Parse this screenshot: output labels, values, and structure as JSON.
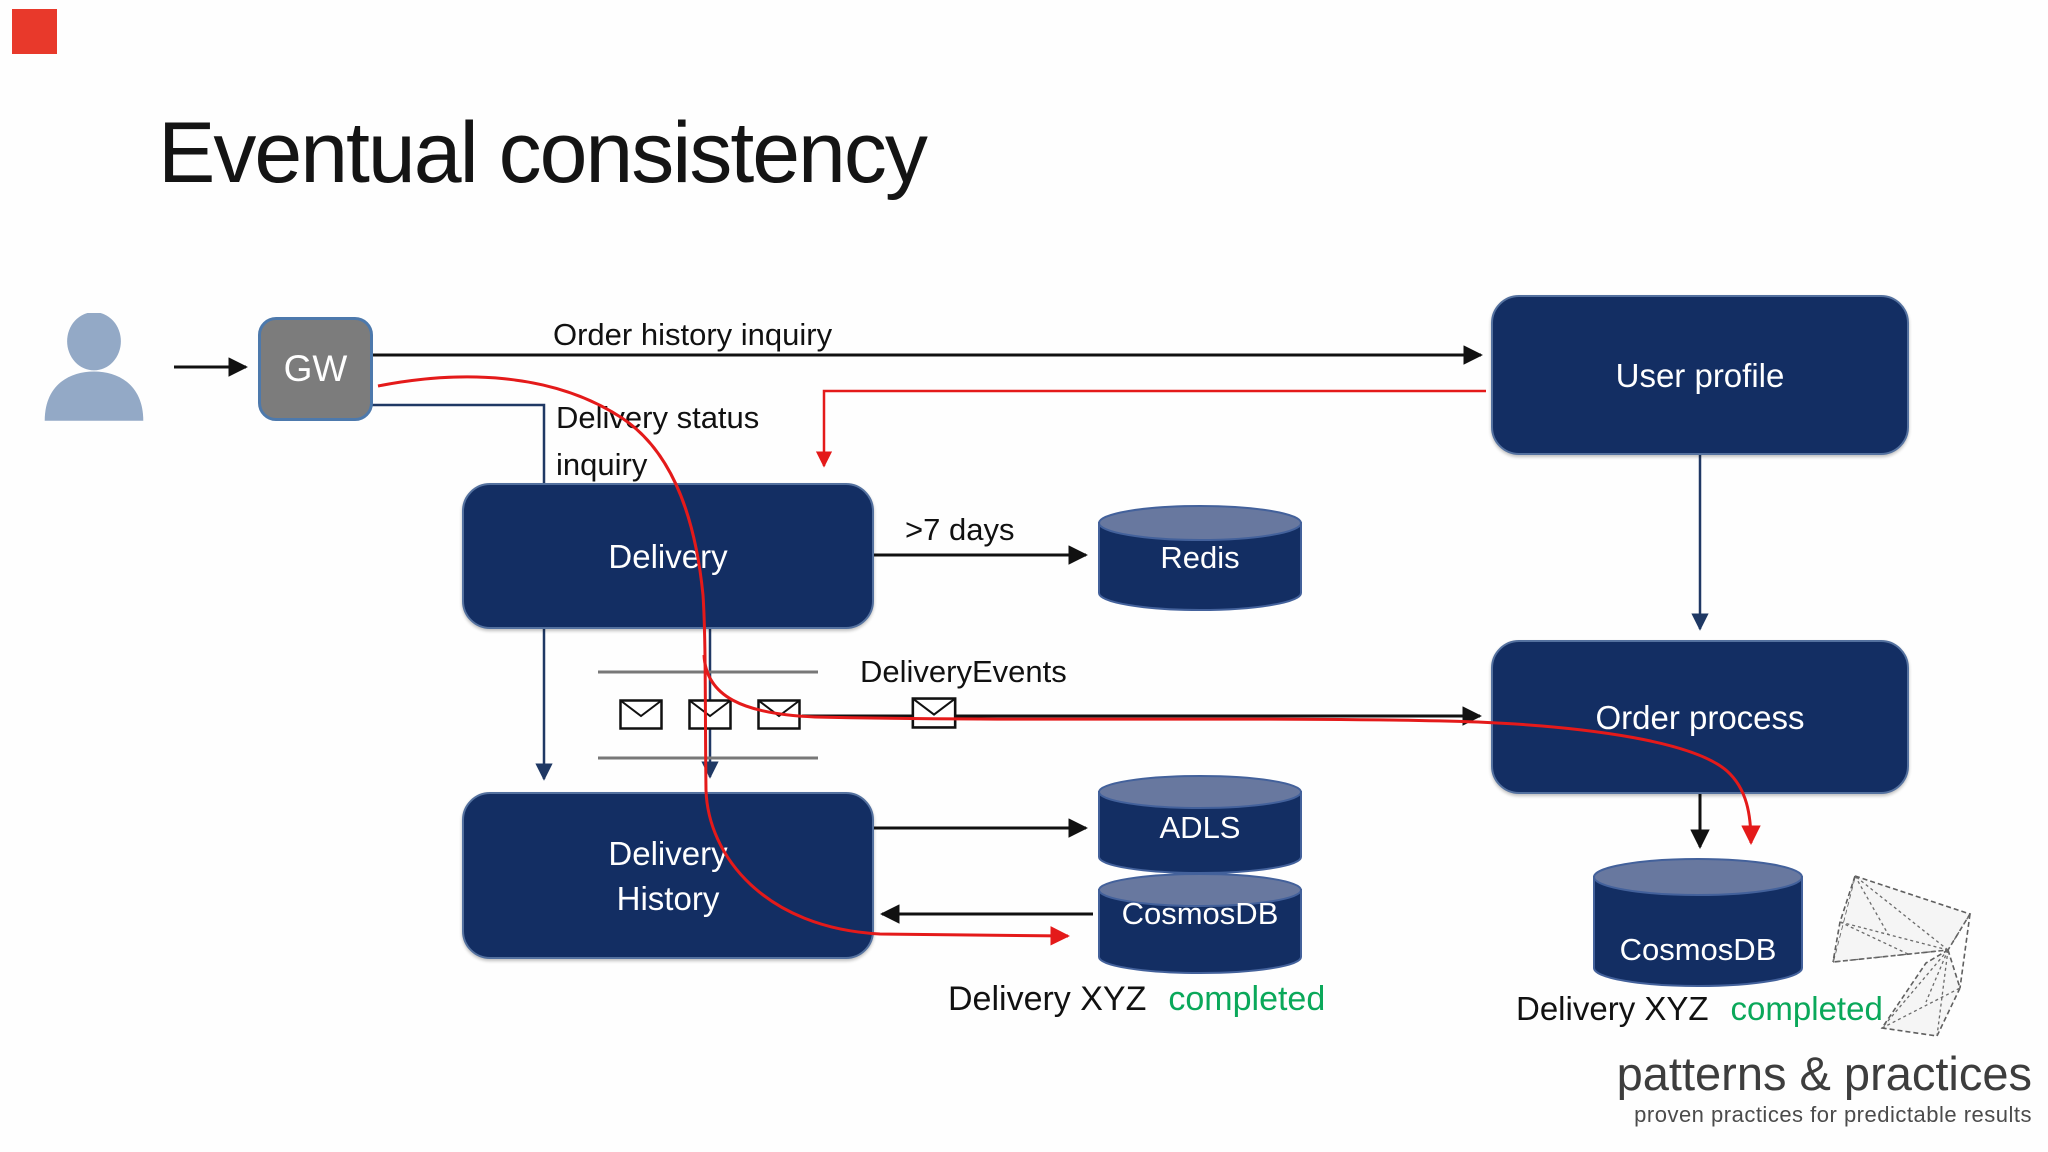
{
  "title": "Eventual consistency",
  "nodes": {
    "gw": "GW",
    "user_profile": "User profile",
    "delivery": "Delivery",
    "delivery_history": "Delivery\nHistory",
    "order_process": "Order process",
    "redis": "Redis",
    "adls": "ADLS",
    "cosmosdb_mid": "CosmosDB",
    "cosmosdb_right": "CosmosDB"
  },
  "edge_labels": {
    "order_history_inquiry": "Order history inquiry",
    "delivery_status_inquiry": "Delivery status\ninquiry",
    "seven_days": ">7 days",
    "delivery_events": "DeliveryEvents"
  },
  "annotations": {
    "left_delivery": "Delivery XYZ",
    "left_completed": "completed",
    "right_delivery": "Delivery XYZ",
    "right_completed": "completed"
  },
  "branding": {
    "name": "patterns & practices",
    "tagline": "proven practices for predictable results"
  },
  "colors": {
    "node_fill": "#132e63",
    "node_border": "#54719f",
    "cylinder_top": "#68789f",
    "gateway_fill": "#7c7c7c",
    "accent_red": "#e41a1a",
    "status_green": "#0aa85a",
    "person_blue": "#93a9c6",
    "corner_marker_red": "#e8392b"
  }
}
